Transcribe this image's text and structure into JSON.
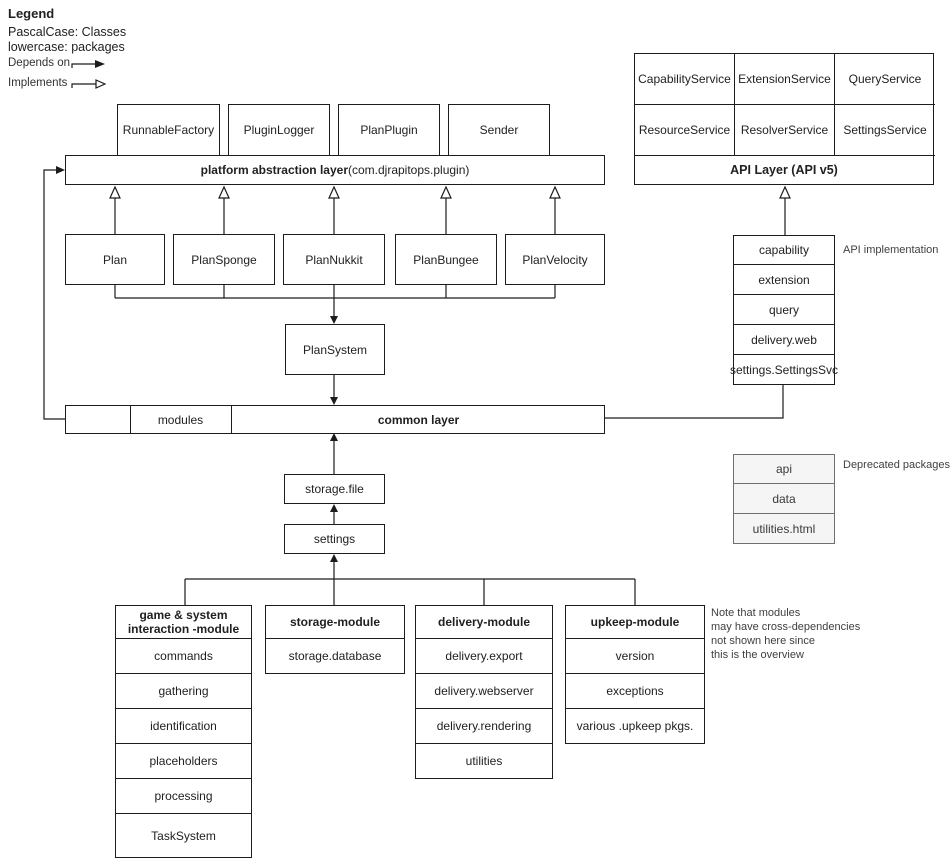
{
  "legend": {
    "title": "Legend",
    "class_rule": "PascalCase: Classes",
    "package_rule": "lowercase: packages",
    "depends_label": "Depends on",
    "implements_label": "Implements"
  },
  "platform_classes": [
    "RunnableFactory",
    "PluginLogger",
    "PlanPlugin",
    "Sender"
  ],
  "platform_layer": {
    "title_bold": "platform abstraction layer",
    "title_plain": " (com.djrapitops.plugin)"
  },
  "plan_implementations": [
    "Plan",
    "PlanSponge",
    "PlanNukkit",
    "PlanBungee",
    "PlanVelocity"
  ],
  "plan_system": "PlanSystem",
  "common_layer": {
    "modules_cell": "modules",
    "title": "common layer"
  },
  "core_packages": {
    "storage_file": "storage.file",
    "settings": "settings"
  },
  "api_layer": {
    "services": [
      "CapabilityService",
      "ExtensionService",
      "QueryService",
      "ResourceService",
      "ResolverService",
      "SettingsService"
    ],
    "footer": "API Layer (API v5)"
  },
  "api_implementation": {
    "annotation": "API implementation",
    "packages": [
      "capability",
      "extension",
      "query",
      "delivery.web",
      "settings.SettingsSvc"
    ]
  },
  "deprecated": {
    "annotation": "Deprecated packages",
    "packages": [
      "api",
      "data",
      "utilities.html"
    ]
  },
  "modules": [
    {
      "title_line1": "game & system",
      "title_line2": "interaction -module",
      "items": [
        "commands",
        "gathering",
        "identification",
        "placeholders",
        "processing",
        "TaskSystem"
      ]
    },
    {
      "title": "storage-module",
      "items": [
        "storage.database"
      ]
    },
    {
      "title": "delivery-module",
      "items": [
        "delivery.export",
        "delivery.webserver",
        "delivery.rendering",
        "utilities"
      ]
    },
    {
      "title": "upkeep-module",
      "items": [
        "version",
        "exceptions",
        "various .upkeep pkgs."
      ]
    }
  ],
  "note_lines": [
    "Note that modules",
    "may have cross-dependencies",
    "not shown here since",
    "this is the overview"
  ]
}
